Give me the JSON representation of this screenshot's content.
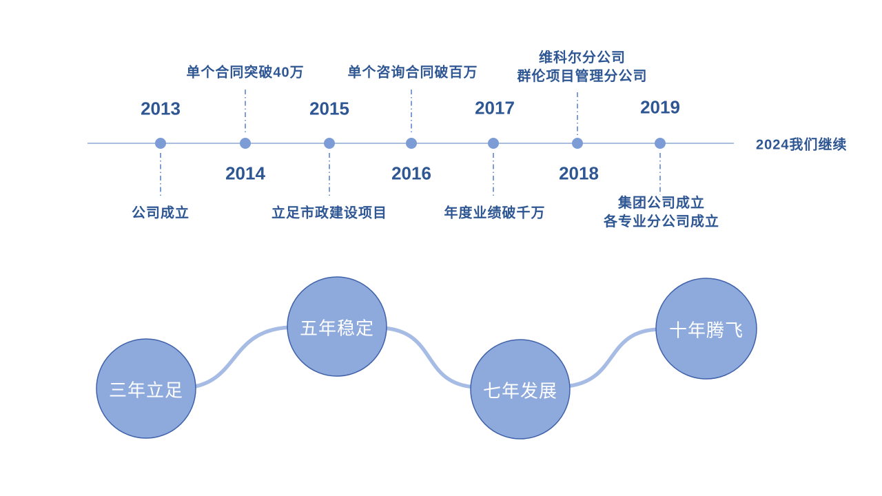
{
  "timeline": {
    "tagline": "2024我们继续",
    "events": [
      {
        "year": "2013",
        "label": "公司成立",
        "side": "below"
      },
      {
        "year": "2014",
        "label": "单个合同突破40万",
        "side": "above"
      },
      {
        "year": "2015",
        "label": "立足市政建设项目",
        "side": "below"
      },
      {
        "year": "2016",
        "label": "单个咨询合同破百万",
        "side": "above"
      },
      {
        "year": "2017",
        "label": "年度业绩破千万",
        "side": "below"
      },
      {
        "year": "2018",
        "label": "维科尔分公司\n群伦项目管理分公司",
        "side": "above"
      },
      {
        "year": "2019",
        "label": "集团公司成立\n各专业分公司成立",
        "side": "below"
      }
    ]
  },
  "stages": [
    {
      "label": "三年立足"
    },
    {
      "label": "五年稳定"
    },
    {
      "label": "七年发展"
    },
    {
      "label": "十年腾飞"
    }
  ],
  "colors": {
    "text_blue": "#2E5693",
    "dot_blue": "#7D9CD6",
    "axis_blue": "#A9BDE1",
    "wave_blue": "#A7BCE4",
    "circle_fill": "#8EA9DB",
    "circle_border": "#3E61A9",
    "stage_text": "#FFFFFF"
  }
}
